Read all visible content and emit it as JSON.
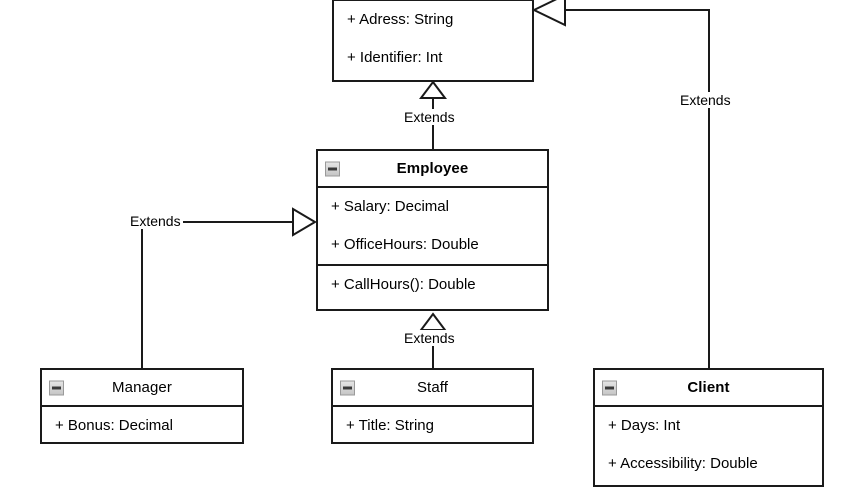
{
  "diagram": {
    "type": "uml-class-diagram",
    "background": "#ffffff",
    "line_color": "#1a1a1a",
    "classes": [
      {
        "id": "person",
        "name": "",
        "name_bold": true,
        "collapse_icon": "collapse-minus-icon",
        "attributes": [
          "+ Adress: String",
          "+ Identifier: Int"
        ],
        "operations": []
      },
      {
        "id": "employee",
        "name": "Employee",
        "name_bold": true,
        "collapse_icon": "collapse-minus-icon",
        "attributes": [
          "+ Salary: Decimal",
          "+ OfficeHours: Double"
        ],
        "operations": [
          "+ CallHours(): Double"
        ]
      },
      {
        "id": "manager",
        "name": "Manager",
        "name_bold": false,
        "collapse_icon": "collapse-minus-icon",
        "attributes": [
          "+ Bonus: Decimal"
        ],
        "operations": []
      },
      {
        "id": "staff",
        "name": "Staff",
        "name_bold": false,
        "collapse_icon": "collapse-minus-icon",
        "attributes": [
          "+ Title: String"
        ],
        "operations": []
      },
      {
        "id": "client",
        "name": "Client",
        "name_bold": true,
        "collapse_icon": "collapse-minus-icon",
        "attributes": [
          "+ Days: Int",
          "+ Accessibility: Double"
        ],
        "operations": []
      }
    ],
    "relations": [
      {
        "id": "employee-person",
        "label": "Extends",
        "from": "employee",
        "to": "person",
        "arrow": "hollow-triangle-up"
      },
      {
        "id": "client-person",
        "label": "Extends",
        "from": "client",
        "to": "person",
        "arrow": "hollow-triangle-left"
      },
      {
        "id": "manager-employee",
        "label": "Extends",
        "from": "manager",
        "to": "employee",
        "arrow": "hollow-triangle-right"
      },
      {
        "id": "staff-employee",
        "label": "Extends",
        "from": "staff",
        "to": "employee",
        "arrow": "hollow-triangle-up"
      }
    ]
  }
}
